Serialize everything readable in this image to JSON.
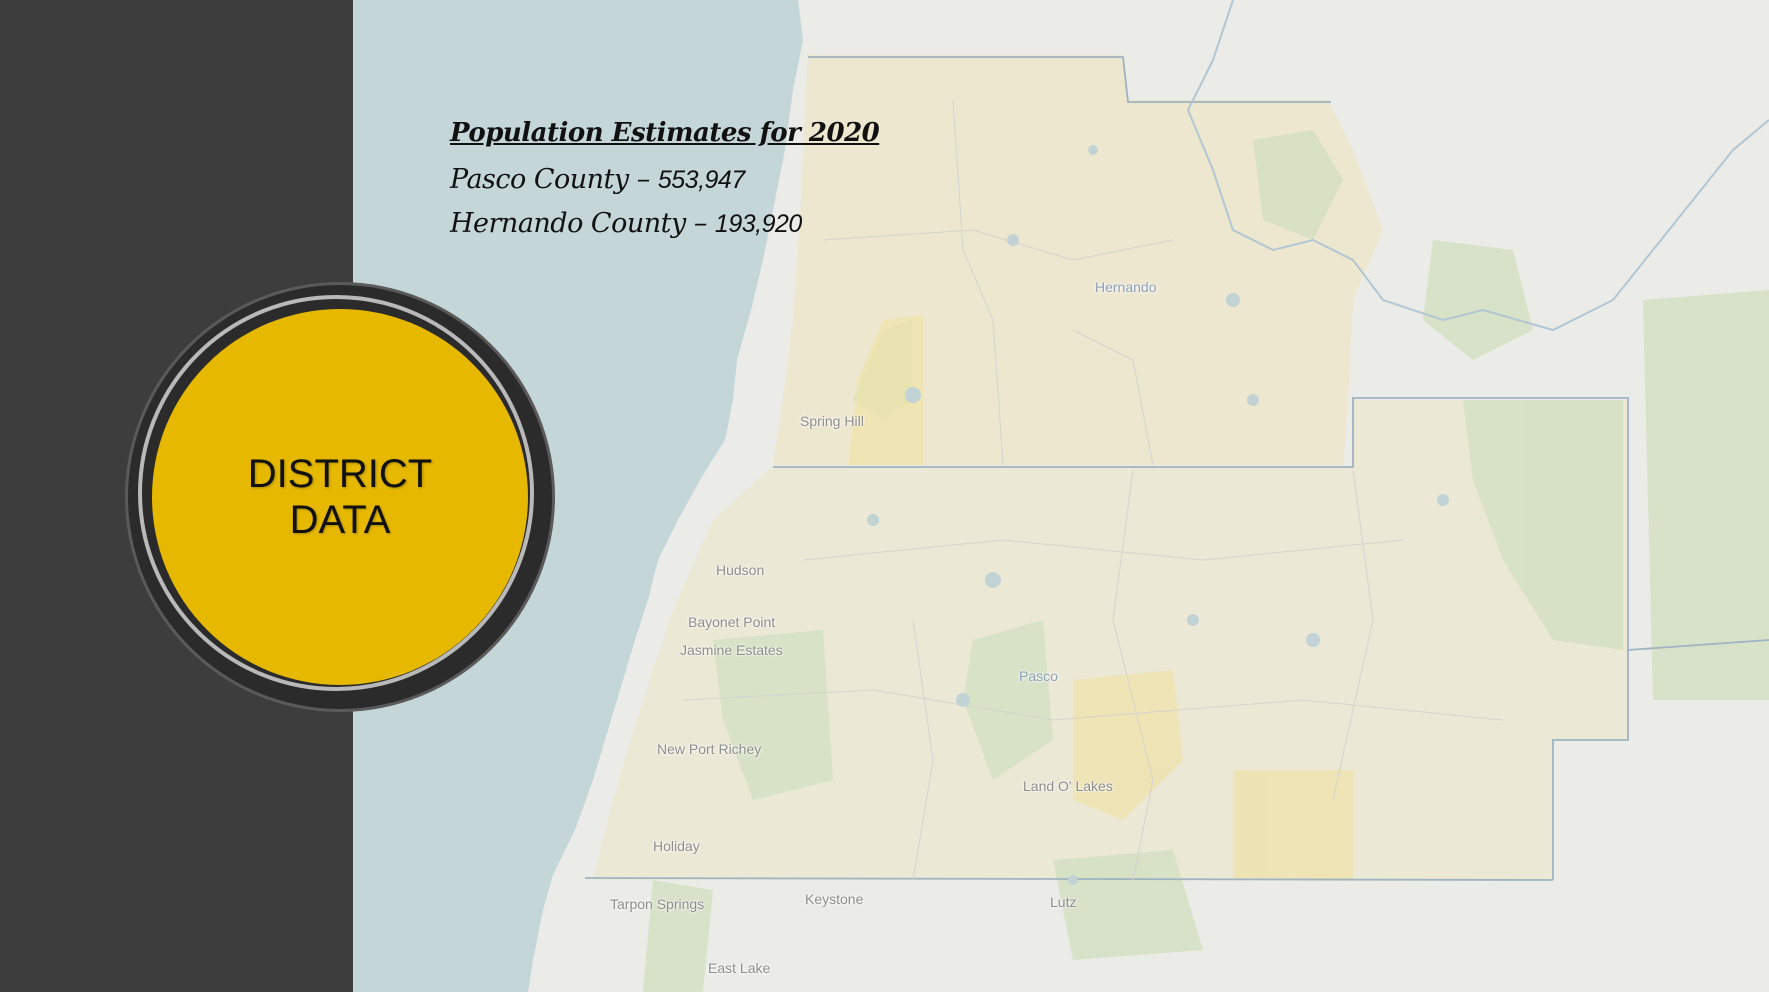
{
  "sidebar": {
    "color": "#3d3d3d"
  },
  "badge": {
    "line1": "DISTRICT",
    "line2": "DATA",
    "fill_color": "#e6b800"
  },
  "population": {
    "title": "Population Estimates for 2020",
    "pasco_label": "Pasco County",
    "pasco_value": "553,947",
    "hernando_label": "Hernando County",
    "hernando_value": "193,920",
    "dash": "–"
  },
  "map": {
    "colors": {
      "water": "#c5d6d9",
      "land": "#ebebe7",
      "county_highlight": "#ede6c8",
      "parks": "#d3e0c2"
    },
    "labels": {
      "hernando": "Hernando",
      "pasco": "Pasco",
      "spring_hill": "Spring Hill",
      "hudson": "Hudson",
      "bayonet_point": "Bayonet Point",
      "jasmine_estates": "Jasmine Estates",
      "new_port_richey": "New Port Richey",
      "land_o_lakes": "Land O' Lakes",
      "holiday": "Holiday",
      "tarpon_springs": "Tarpon Springs",
      "keystone": "Keystone",
      "lutz": "Lutz",
      "east_lake": "East Lake"
    }
  }
}
